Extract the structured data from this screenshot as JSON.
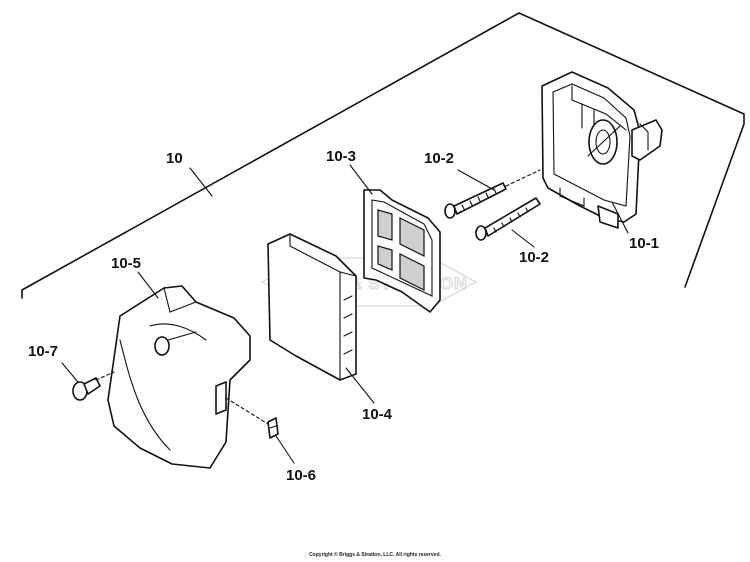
{
  "labels": {
    "assembly": "10",
    "base": "10-1",
    "screw_upper": "10-2",
    "screw_lower": "10-2",
    "gasket": "10-3",
    "filter": "10-4",
    "cover": "10-5",
    "clip": "10-6",
    "knob_screw": "10-7"
  },
  "watermark": "BRIGGS & STRATTON",
  "copyright": "Copyright © Briggs & Stratton, LLC. All rights reserved."
}
